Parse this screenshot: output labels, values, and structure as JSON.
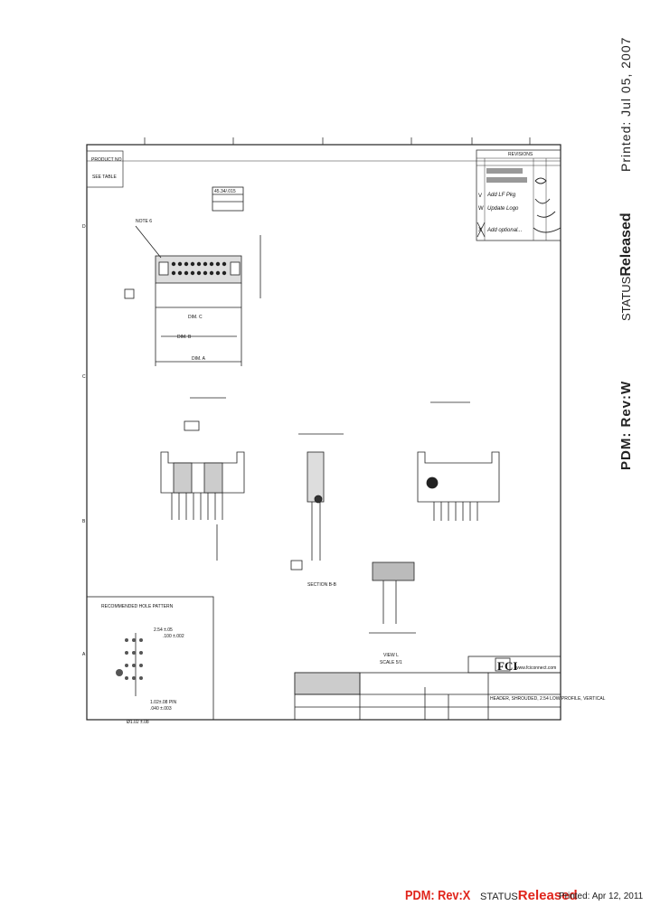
{
  "side": {
    "printed": "Printed: Jul 05, 2007",
    "status_label": "STATUS",
    "status_value": "Released",
    "pdm": "PDM: Rev:W"
  },
  "footer": {
    "pdm": "PDM: Rev:X",
    "status_label": "STATUS",
    "status_value": "Released",
    "printed": "Printed: Apr 12, 2011"
  },
  "drawing": {
    "product_no_label": "PRODUCT NO",
    "product_no_value": "SEE TABLE",
    "revisions_title": "REVISIONS",
    "revision_rows": [
      {
        "rev": "V",
        "desc": "Add LF Pkg"
      },
      {
        "rev": "W",
        "desc": "Update Logo"
      },
      {
        "rev": "X",
        "desc": "Add optional..."
      }
    ],
    "note_label": "NOTE 6",
    "dim_a": "DIM. A",
    "dim_b": "DIM. B",
    "dim_c": "DIM. C",
    "section_label": "SECTION B-B",
    "view_label": "VIEW L",
    "scale_label": "SCALE 5/1",
    "pcb_title": "RECOMMENDED HOLE PATTERN",
    "logo_text": "FCI",
    "website": "www.fciconnect.com",
    "title_text": "HEADER, SHROUDED, 2.54 LOW PROFILE, VERTICAL",
    "spec_dims": [
      "2.54 ±.05",
      ".100 ±.002",
      "1.02±.08 PIN",
      ".040 ±.003",
      "Ø1.02 ±.08"
    ]
  }
}
